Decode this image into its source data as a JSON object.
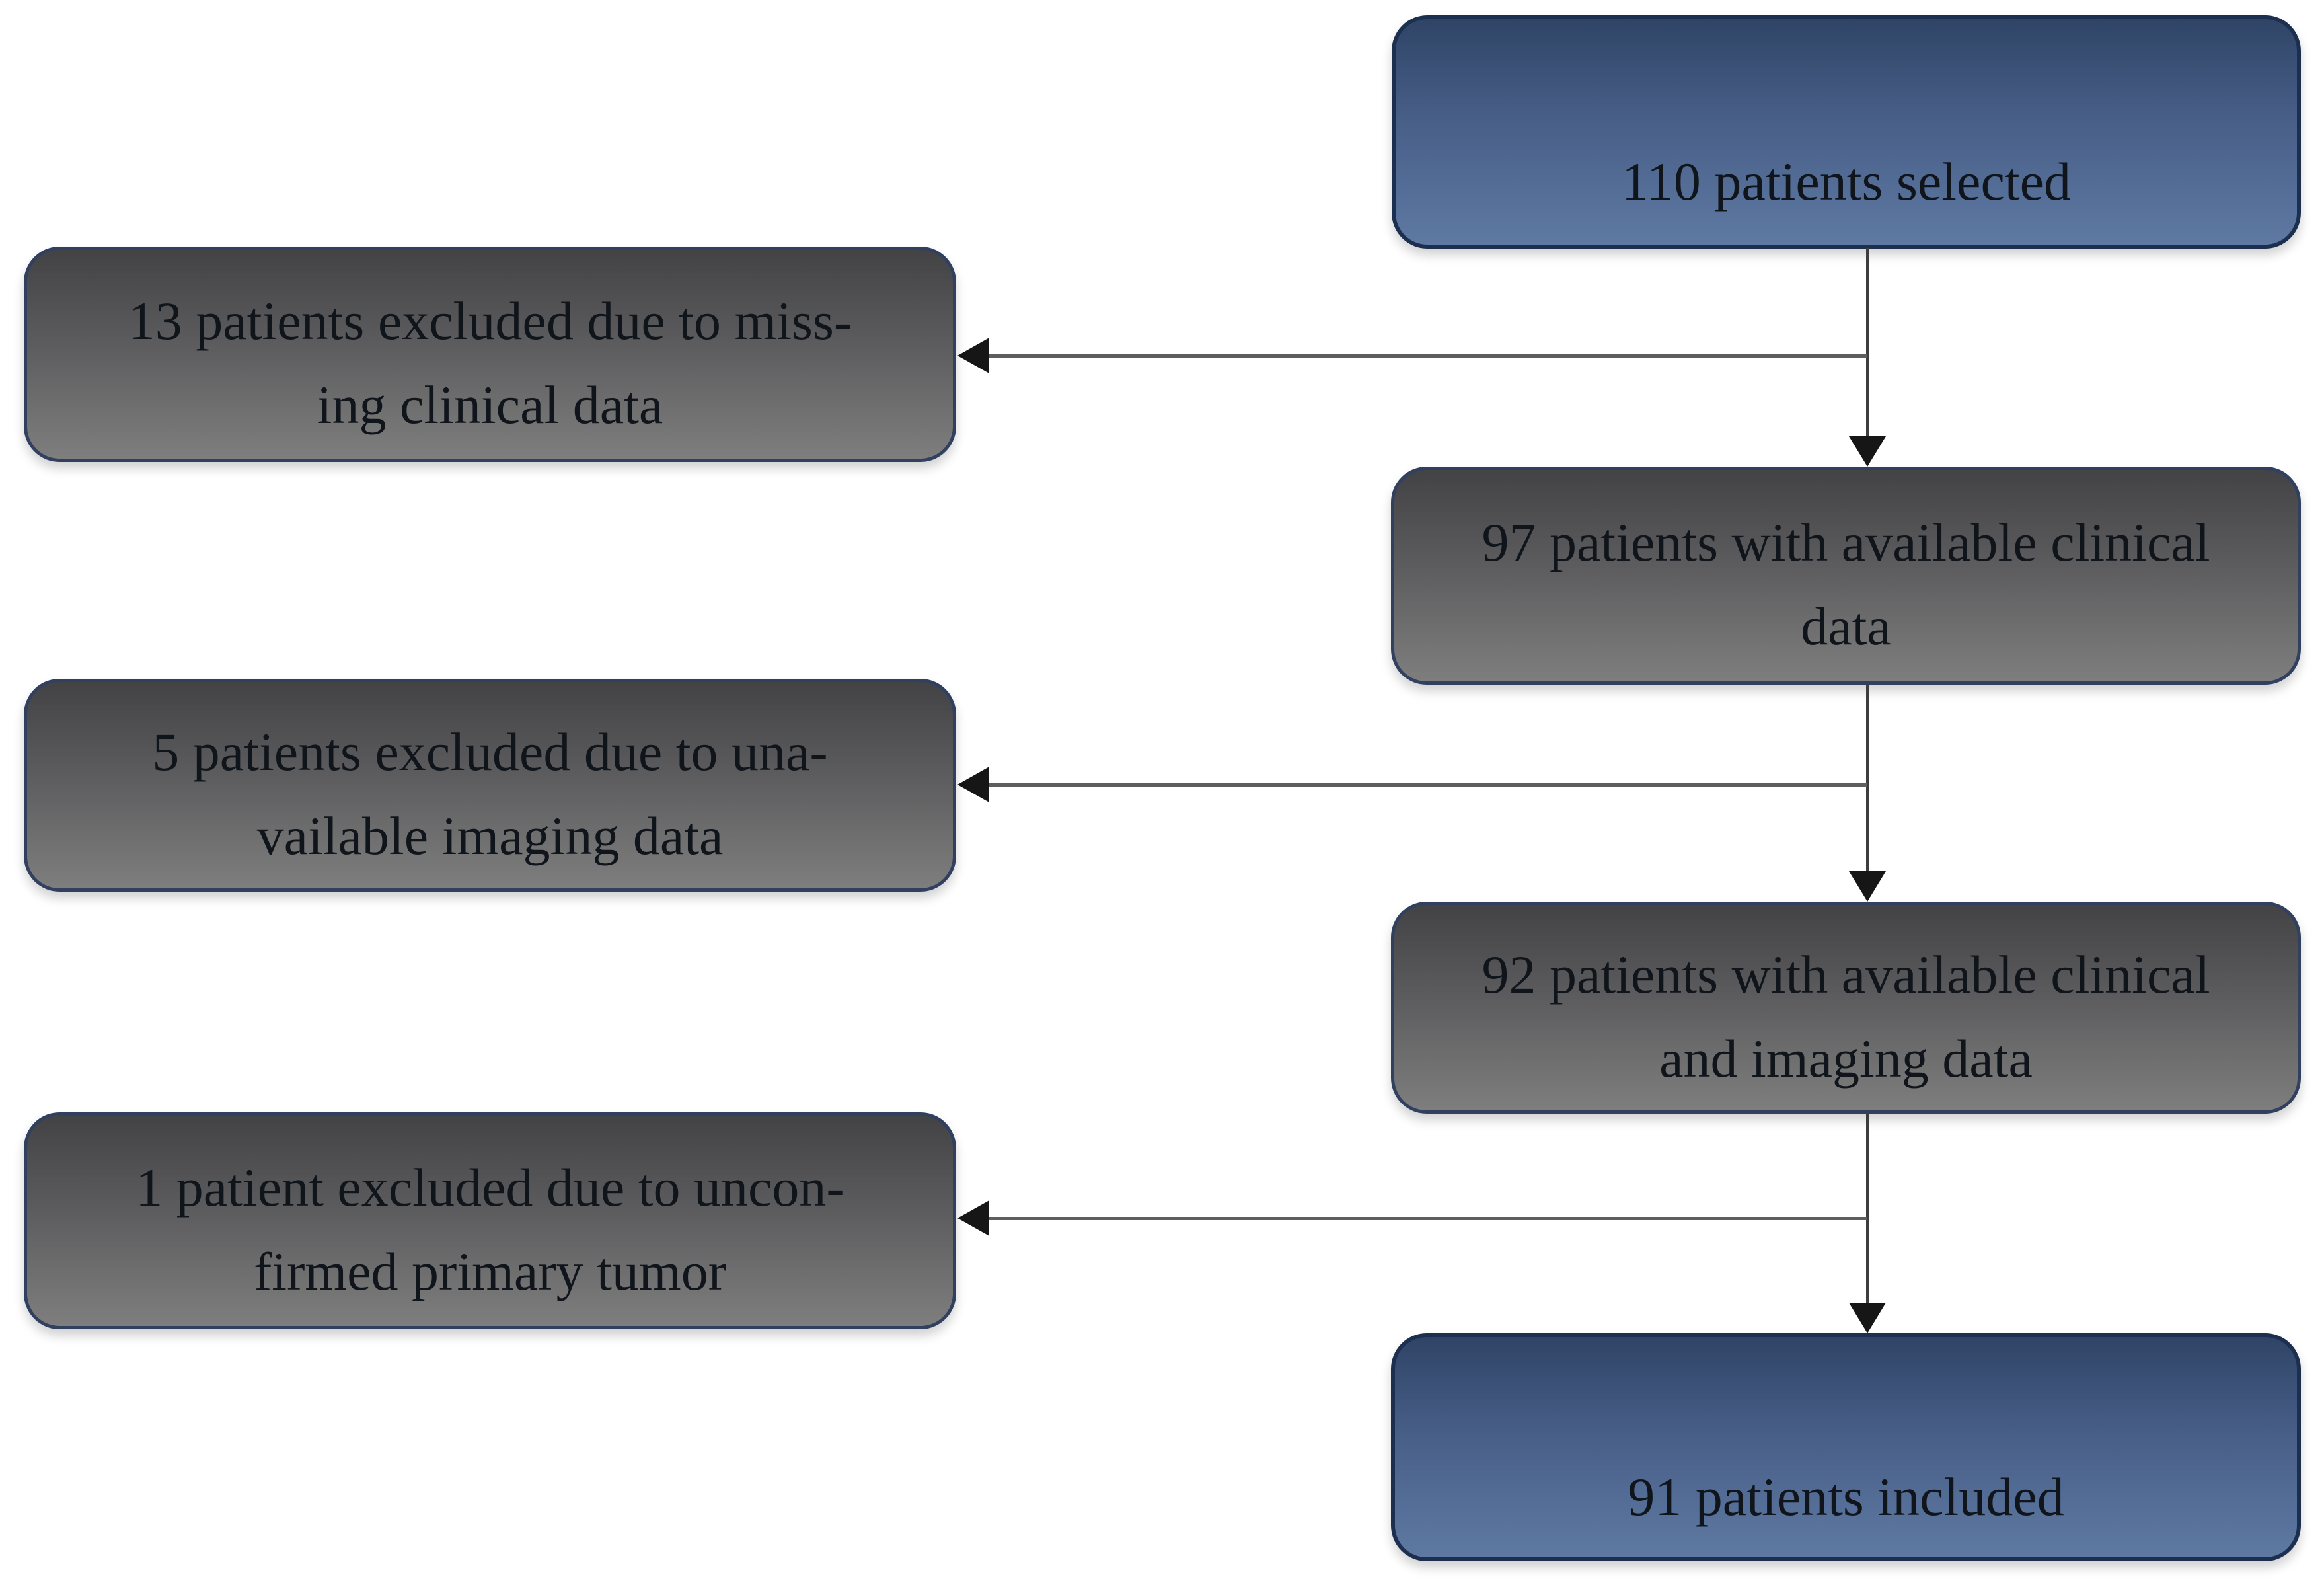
{
  "figure": {
    "type": "patient-selection-flowchart",
    "background": "#ffffff",
    "colors": {
      "blue_node_top": "#2f4466",
      "blue_node_bottom": "#5e79a2",
      "blue_node_border": "#1d2f4f",
      "gray_node_top": "#434345",
      "gray_node_bottom": "#7e7e7e",
      "gray_node_border": "#32405f",
      "connector_line": "#3d3d3d",
      "arrowhead": "#161616",
      "text": "#10151c"
    },
    "boxes": [
      {
        "id": "selected",
        "type": "blue",
        "lines": [
          "110 patients selected"
        ]
      },
      {
        "id": "excluded-clinical",
        "type": "gray",
        "lines": [
          "13 patients excluded due to miss-",
          "ing clinical data"
        ]
      },
      {
        "id": "clinical",
        "type": "gray",
        "lines": [
          "97 patients with available clinical",
          "data"
        ]
      },
      {
        "id": "excluded-imaging",
        "type": "gray",
        "lines": [
          "5 patients excluded due to una-",
          "vailable imaging data"
        ]
      },
      {
        "id": "clinical-imaging",
        "type": "gray",
        "lines": [
          "92 patients with available clinical",
          "and imaging data"
        ]
      },
      {
        "id": "excluded-tumor",
        "type": "gray",
        "lines": [
          "1 patient excluded due to uncon-",
          "firmed primary tumor"
        ]
      },
      {
        "id": "included",
        "type": "blue",
        "lines": [
          "91 patients included"
        ]
      }
    ]
  }
}
